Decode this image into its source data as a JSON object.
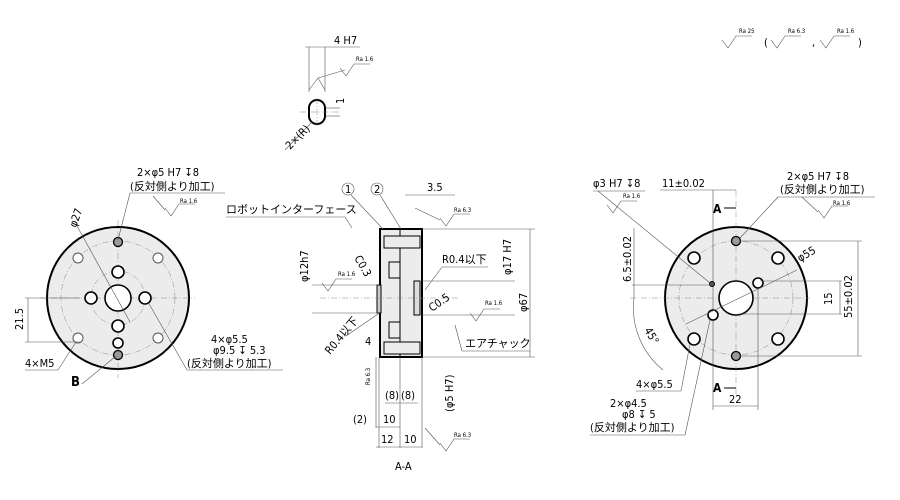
{
  "surface_finish": {
    "general": "Ra 25",
    "alt1": "Ra 6.3",
    "alt2": "Ra 1.6",
    "open": "(",
    "comma": ",",
    "close": ")"
  },
  "slot_detail": {
    "width": "4 H7",
    "ra": "Ra 1.6",
    "dim": "1",
    "radius": "2×(R)"
  },
  "left_view": {
    "pin_hole": "2×φ5 H7 ↧8",
    "pin_note": "(反対側より加工)",
    "ra": "Ra 1.6",
    "pcd": "φ27",
    "offset": "21.5",
    "tap": "4×M5",
    "view_label": "B",
    "cbore_1": "4×φ5.5",
    "cbore_2": "φ9.5 ↧ 5.3",
    "cbore_note": "(反対側より加工)"
  },
  "section_view": {
    "balloon_1": "1",
    "balloon_2": "2",
    "dim_top": "3.5",
    "ra_top": "Ra 6.3",
    "robot_interface": "ロボットインターフェース",
    "shaft": "φ12h7",
    "ra_shaft": "Ra 1.6",
    "chamfer_1": "C0.3",
    "radius_1": "R0.4以下",
    "bore": "φ17 H7",
    "radius_2": "R0.4以下",
    "chamfer_2": "C0.5",
    "ra_bore": "Ra 1.6",
    "outer": "φ67",
    "dim_4": "4",
    "air_chuck": "エアチャック",
    "ra_left": "Ra 6.3",
    "pin": "(φ5 H7)",
    "d8a": "(8)",
    "d8b": "(8)",
    "d2": "(2)",
    "d10a": "10",
    "d12": "12",
    "d10b": "10",
    "ra_bottom": "Ra 6.3",
    "title": "A-A"
  },
  "right_view": {
    "pin3": "φ3 H7 ↧8",
    "ra_pin3": "Ra 1.6",
    "dim_11": "11±0.02",
    "pin5": "2×φ5 H7 ↧8",
    "pin5_note": "(反対側より加工)",
    "ra_pin5": "Ra 1.6",
    "section_top": "A",
    "section_bottom": "A",
    "dim_65": "6.5±0.02",
    "pcd": "φ55",
    "dim_15": "15",
    "dim_55": "55±0.02",
    "angle": "45°",
    "holes": "4×φ5.5",
    "cb1": "2×φ4.5",
    "cb2": "φ8 ↧ 5",
    "cb_note": "(反対側より加工)",
    "dim_22": "22"
  }
}
